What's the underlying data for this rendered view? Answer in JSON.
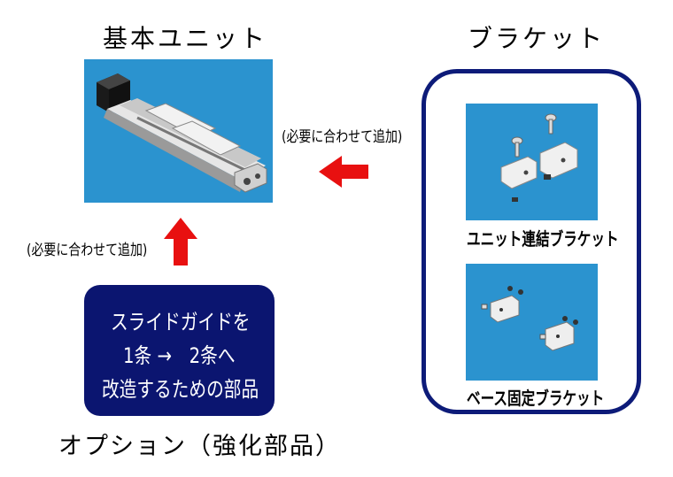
{
  "basic_unit": {
    "title": "基本ユニット"
  },
  "bracket": {
    "title": "ブラケット",
    "unit_link_label": "ユニット連結ブラケット",
    "base_fix_label": "ベース固定ブラケット"
  },
  "notes": {
    "add_as_needed_top": "(必要に合わせて追加)",
    "add_as_needed_left": "(必要に合わせて追加)"
  },
  "option": {
    "title": "オプション（強化部品）",
    "line1": "スライドガイドを",
    "line2": "1条 →　2条へ",
    "line3": "改造するための部品"
  },
  "colors": {
    "panel_blue": "#2b93cf",
    "navy": "#0d1b79",
    "arrow_red": "#e81010"
  }
}
